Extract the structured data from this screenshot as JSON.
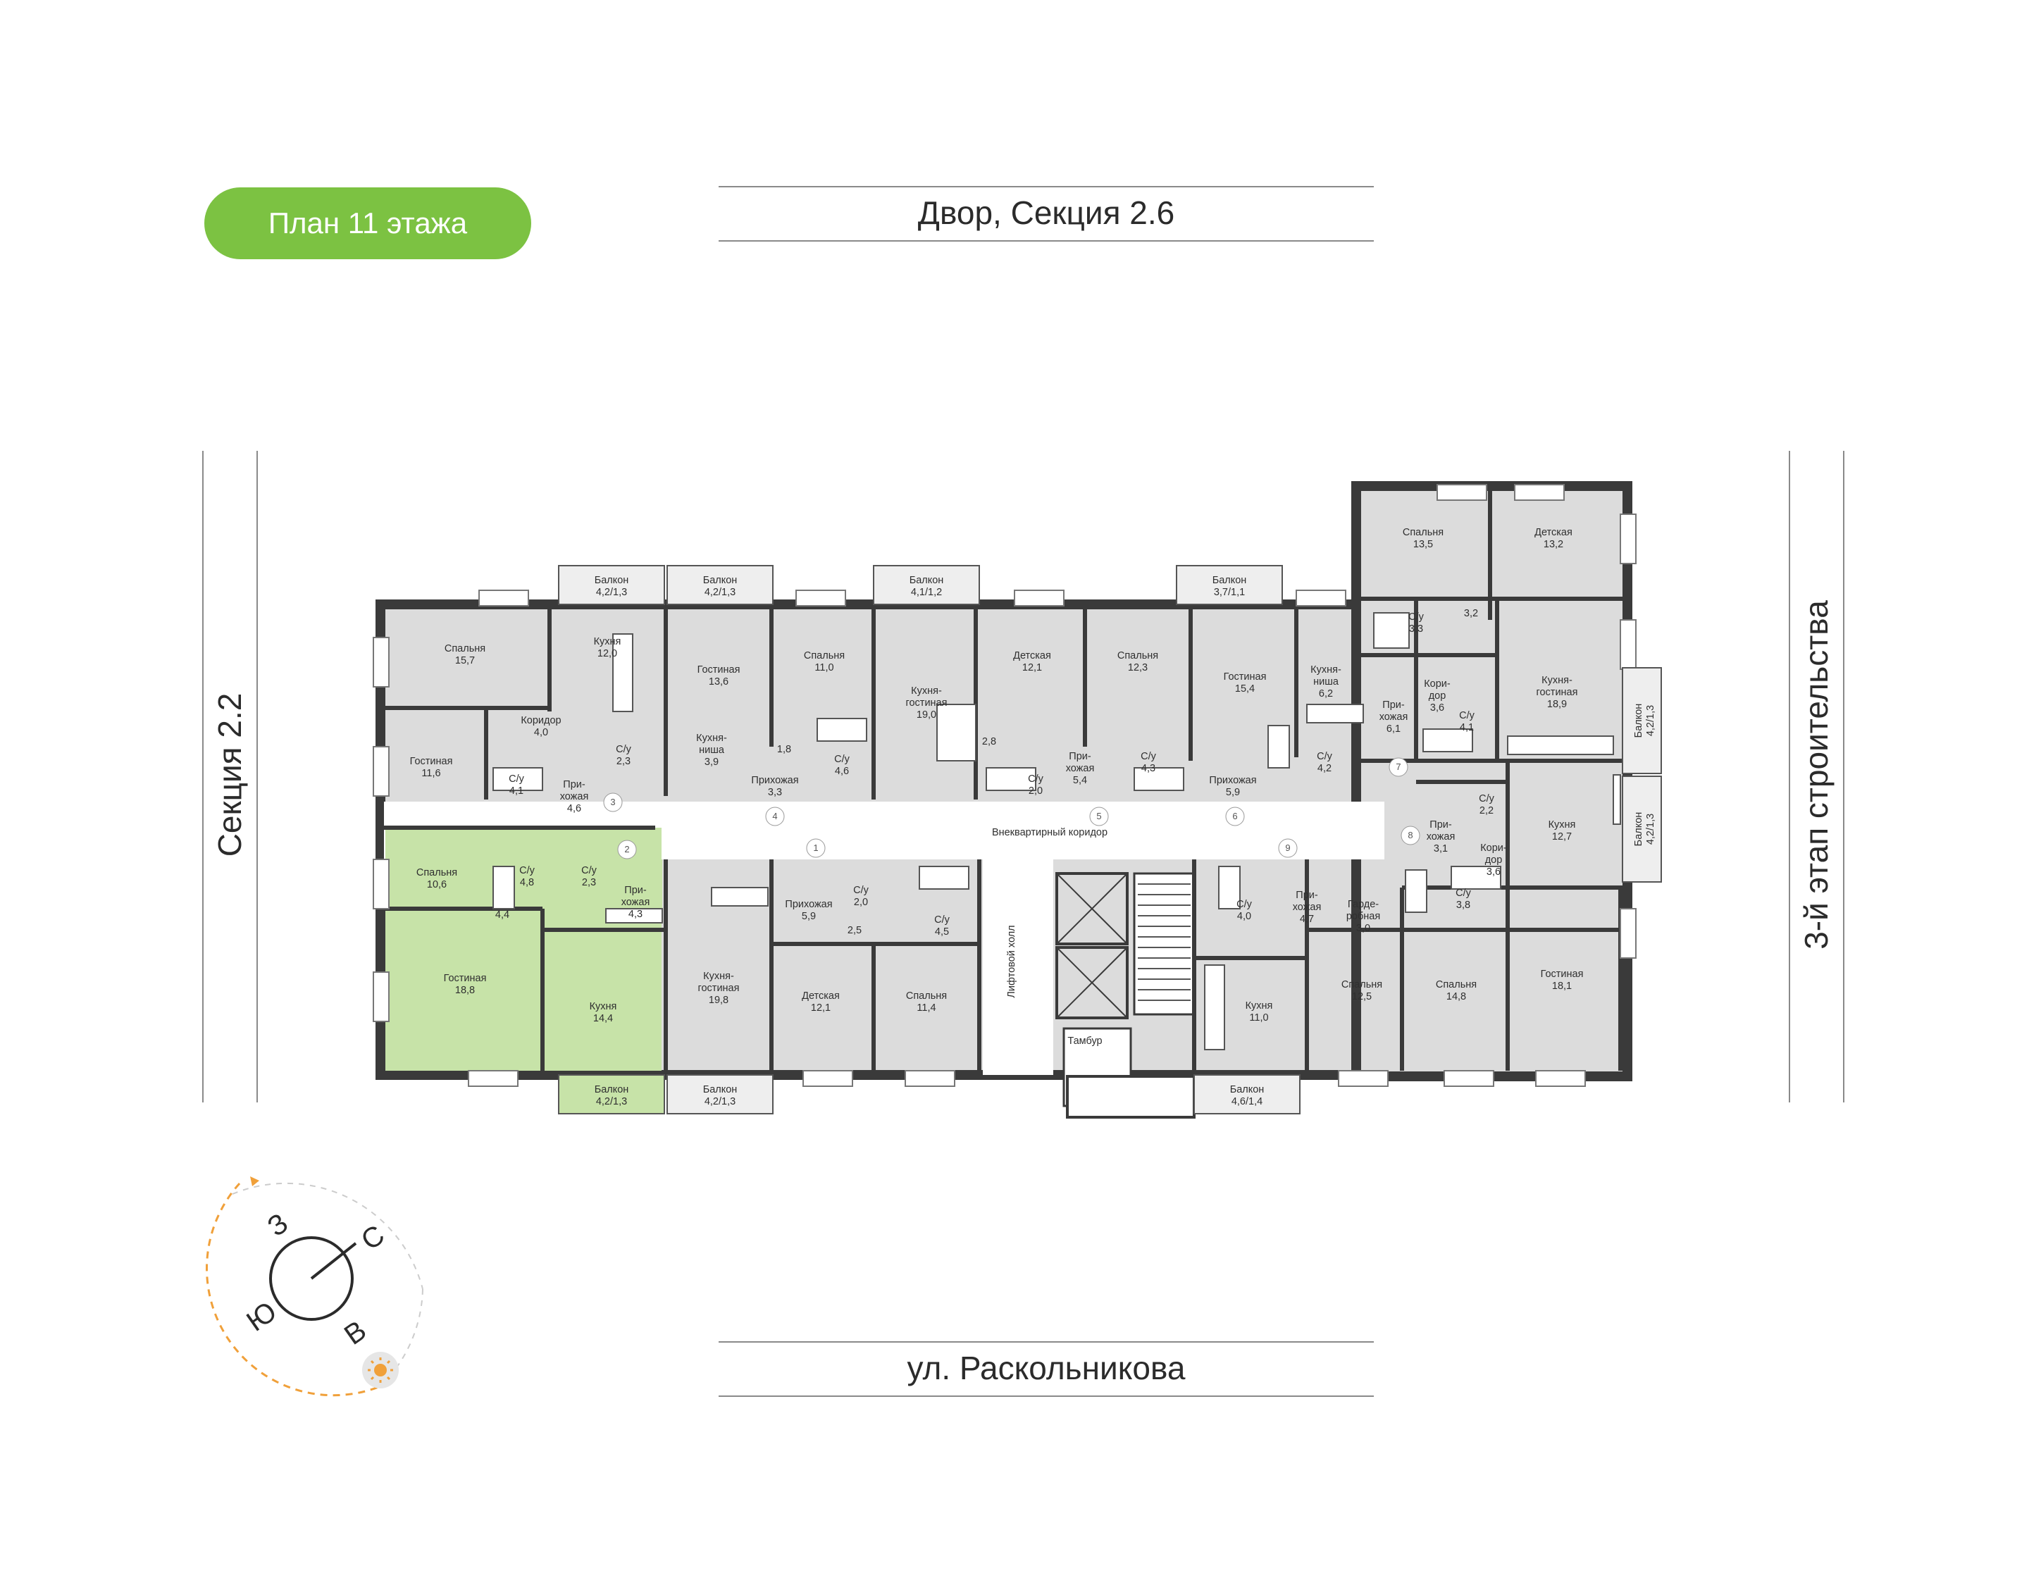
{
  "badge": {
    "label": "План 11 этажа",
    "color": "#7cc242"
  },
  "headings": {
    "top": "Двор, Секция 2.6",
    "bottom": "ул. Раскольникова",
    "left": "Секция 2.2",
    "right": "3-й этап строительства"
  },
  "compass": {
    "w": "З",
    "n": "С",
    "s": "Ю",
    "e": "В",
    "sun_icon": "sun-icon"
  },
  "colors": {
    "wall": "#3a3a3a",
    "room": "#dcdcdc",
    "highlight": "#c7e3a8",
    "balcony": "#eeeeee",
    "corridor": "#ffffff",
    "accent": "#f0a03a"
  },
  "corridor_label": "Внеквартирный коридор",
  "lift_hall_label": "Лифтовой холл",
  "tambur_label": "Тамбур",
  "apartment_numbers": [
    "1",
    "2",
    "3",
    "4",
    "5",
    "6",
    "7",
    "8",
    "9"
  ],
  "misc_numbers": [
    "1,8",
    "2,8",
    "2,5",
    "4,4",
    "3,2"
  ],
  "rooms": [
    {
      "id": "r1",
      "name": "Спальня",
      "area": "15,7"
    },
    {
      "id": "r2",
      "name": "Кухня",
      "area": "12,0"
    },
    {
      "id": "r3",
      "name": "Гостиная",
      "area": "13,6"
    },
    {
      "id": "r4",
      "name": "Спальня",
      "area": "11,0"
    },
    {
      "id": "r5",
      "name": "Кухня-\nгостиная",
      "area": "19,0"
    },
    {
      "id": "r6",
      "name": "Детская",
      "area": "12,1"
    },
    {
      "id": "r7",
      "name": "Спальня",
      "area": "12,3"
    },
    {
      "id": "r8",
      "name": "Гостиная",
      "area": "15,4"
    },
    {
      "id": "r9",
      "name": "Кухня-\nниша",
      "area": "6,2"
    },
    {
      "id": "r10",
      "name": "Спальня",
      "area": "13,5"
    },
    {
      "id": "r11",
      "name": "Детская",
      "area": "13,2"
    },
    {
      "id": "r12",
      "name": "Гостиная",
      "area": "11,6"
    },
    {
      "id": "r13",
      "name": "Коридор",
      "area": "4,0"
    },
    {
      "id": "r14",
      "name": "С/у",
      "area": "4,1"
    },
    {
      "id": "r15",
      "name": "С/у",
      "area": "2,3"
    },
    {
      "id": "r16",
      "name": "При-\nхожая",
      "area": "4,6"
    },
    {
      "id": "r17",
      "name": "Кухня-\nниша",
      "area": "3,9"
    },
    {
      "id": "r18",
      "name": "Прихожая",
      "area": "3,3"
    },
    {
      "id": "r19",
      "name": "С/у",
      "area": "4,6"
    },
    {
      "id": "r20",
      "name": "С/у",
      "area": "2,0"
    },
    {
      "id": "r21",
      "name": "При-\nхожая",
      "area": "5,4"
    },
    {
      "id": "r22",
      "name": "С/у",
      "area": "4,3"
    },
    {
      "id": "r23",
      "name": "Прихожая",
      "area": "5,9"
    },
    {
      "id": "r24",
      "name": "С/у",
      "area": "4,2"
    },
    {
      "id": "r25",
      "name": "С/у",
      "area": "3,3"
    },
    {
      "id": "r26",
      "name": "При-\nхожая",
      "area": "6,1"
    },
    {
      "id": "r27",
      "name": "Кори-\nдор",
      "area": "3,6"
    },
    {
      "id": "r28",
      "name": "С/у",
      "area": "4,1"
    },
    {
      "id": "r29",
      "name": "Кухня-\nгостиная",
      "area": "18,9"
    },
    {
      "id": "r30",
      "name": "Спальня",
      "area": "10,6"
    },
    {
      "id": "r31",
      "name": "С/у",
      "area": "4,8"
    },
    {
      "id": "r32",
      "name": "С/у",
      "area": "2,3"
    },
    {
      "id": "r33",
      "name": "При-\nхожая",
      "area": "4,3"
    },
    {
      "id": "r34",
      "name": "Гостиная",
      "area": "18,8"
    },
    {
      "id": "r35",
      "name": "Кухня",
      "area": "14,4"
    },
    {
      "id": "r36",
      "name": "Кухня-\nгостиная",
      "area": "19,8"
    },
    {
      "id": "r37",
      "name": "Прихожая",
      "area": "5,9"
    },
    {
      "id": "r38",
      "name": "С/у",
      "area": "2,0"
    },
    {
      "id": "r39",
      "name": "С/у",
      "area": "4,5"
    },
    {
      "id": "r40",
      "name": "Детская",
      "area": "12,1"
    },
    {
      "id": "r41",
      "name": "Спальня",
      "area": "11,4"
    },
    {
      "id": "r42",
      "name": "С/у",
      "area": "4,0"
    },
    {
      "id": "r43",
      "name": "Кухня",
      "area": "11,0"
    },
    {
      "id": "r44",
      "name": "При-\nхожая",
      "area": "4,7"
    },
    {
      "id": "r45",
      "name": "Гарде-\nробная",
      "area": "3,0"
    },
    {
      "id": "r46",
      "name": "Спальня",
      "area": "12,5"
    },
    {
      "id": "r47",
      "name": "С/у",
      "area": "3,8"
    },
    {
      "id": "r48",
      "name": "Спальня",
      "area": "14,8"
    },
    {
      "id": "r49",
      "name": "Гостиная",
      "area": "18,1"
    },
    {
      "id": "r50",
      "name": "При-\nхожая",
      "area": "3,1"
    },
    {
      "id": "r51",
      "name": "С/у",
      "area": "2,2"
    },
    {
      "id": "r52",
      "name": "Кори-\nдор",
      "area": "3,6"
    },
    {
      "id": "r53",
      "name": "Кухня",
      "area": "12,7"
    }
  ],
  "balconies": [
    {
      "id": "b1",
      "name": "Балкон",
      "area": "4,2/1,3"
    },
    {
      "id": "b2",
      "name": "Балкон",
      "area": "4,2/1,3"
    },
    {
      "id": "b3",
      "name": "Балкон",
      "area": "4,1/1,2"
    },
    {
      "id": "b4",
      "name": "Балкон",
      "area": "3,7/1,1"
    },
    {
      "id": "b5",
      "name": "Балкон",
      "area": "4,2/1,3"
    },
    {
      "id": "b6",
      "name": "Балкон",
      "area": "4,2/1,3"
    },
    {
      "id": "b7",
      "name": "Балкон",
      "area": "4,6/1,4"
    },
    {
      "id": "b8",
      "name": "Балкон",
      "area": "4,2/1,3"
    },
    {
      "id": "b9",
      "name": "Балкон",
      "area": "4,2/1,3"
    }
  ]
}
